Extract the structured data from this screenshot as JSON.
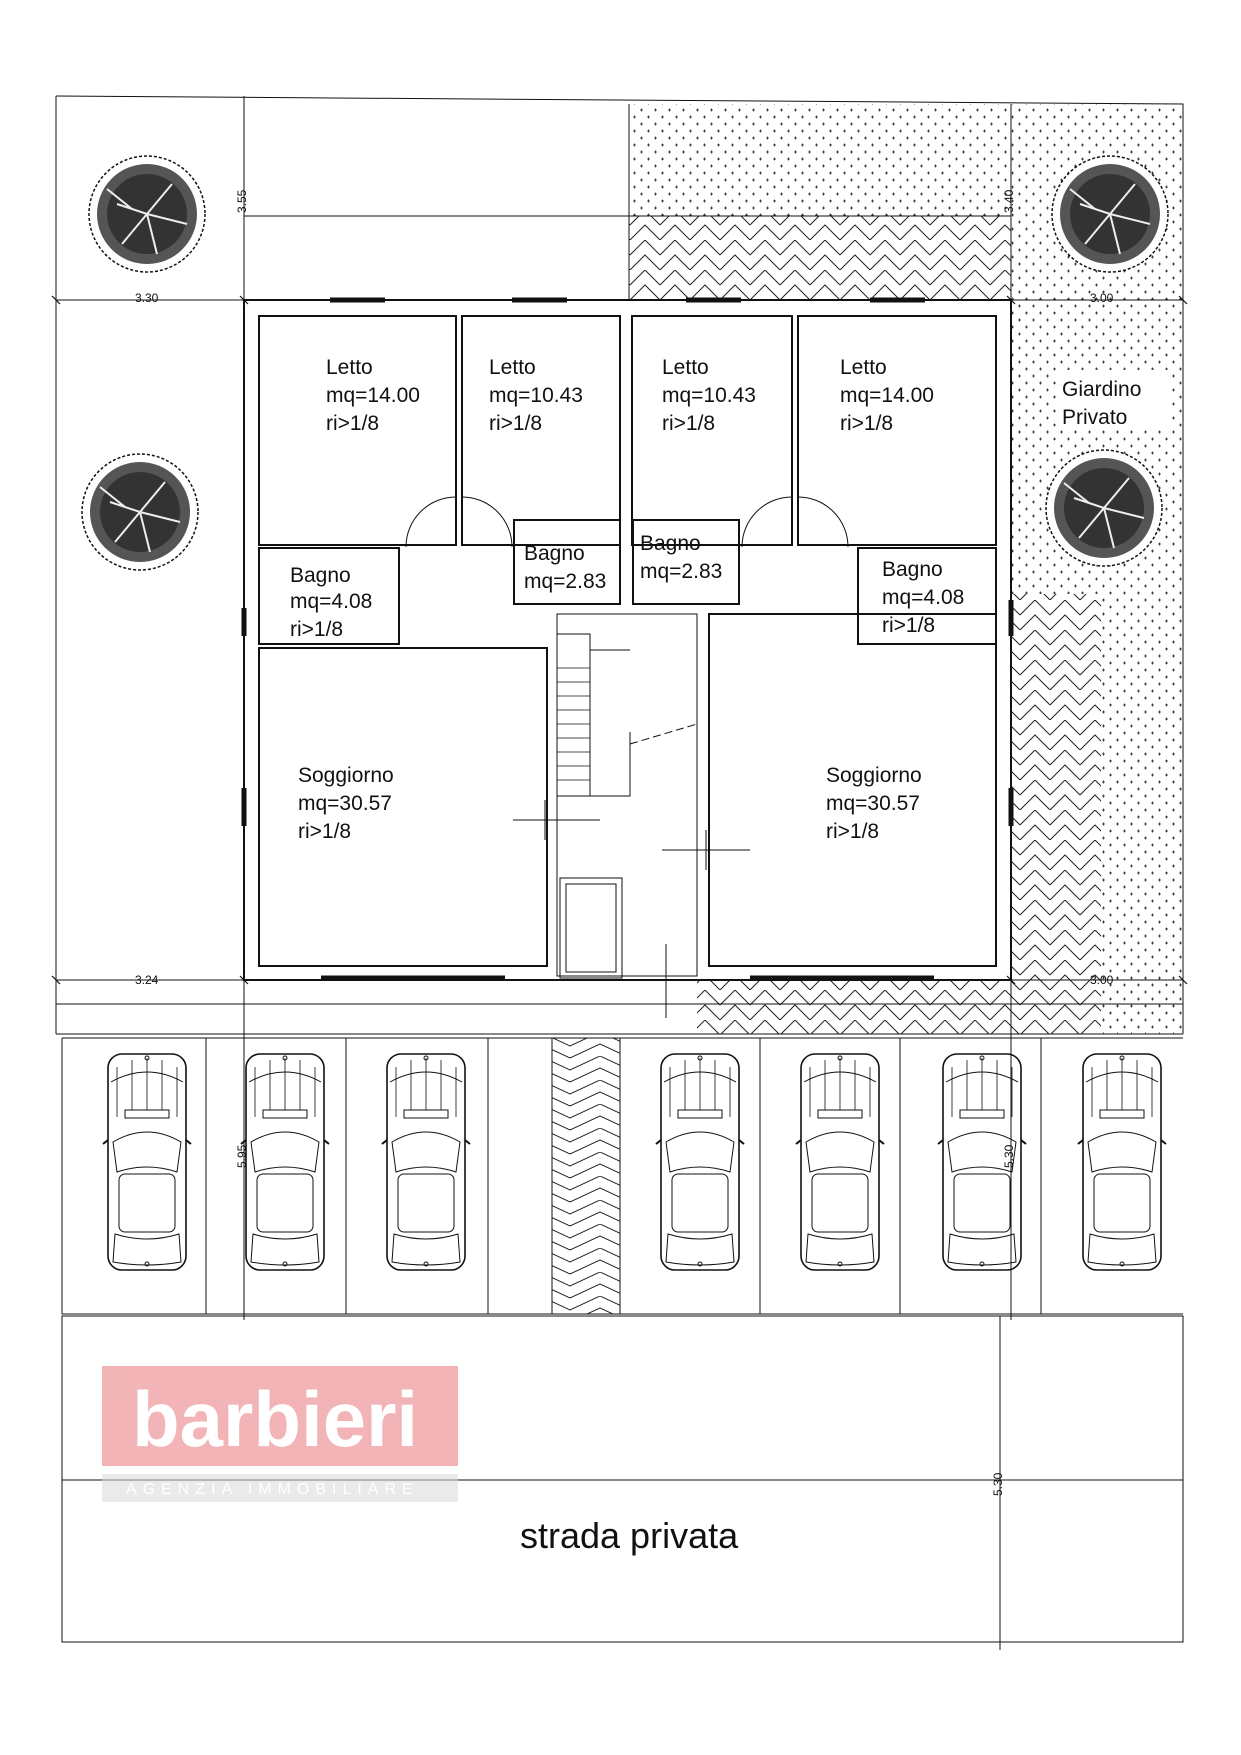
{
  "rooms": [
    {
      "name": "Letto",
      "area": "mq=14.00",
      "ratio": "ri>1/8"
    },
    {
      "name": "Letto",
      "area": "mq=10.43",
      "ratio": "ri>1/8"
    },
    {
      "name": "Letto",
      "area": "mq=10.43",
      "ratio": "ri>1/8"
    },
    {
      "name": "Letto",
      "area": "mq=14.00",
      "ratio": "ri>1/8"
    },
    {
      "name": "Bagno",
      "area": "mq=4.08",
      "ratio": "ri>1/8"
    },
    {
      "name": "Bagno",
      "area": "mq=2.83"
    },
    {
      "name": "Bagno",
      "area": "mq=2.83"
    },
    {
      "name": "Bagno",
      "area": "mq=4.08",
      "ratio": "ri>1/8"
    },
    {
      "name": "Soggiorno",
      "area": "mq=30.57",
      "ratio": "ri>1/8"
    },
    {
      "name": "Soggiorno",
      "area": "mq=30.57",
      "ratio": "ri>1/8"
    }
  ],
  "garden": {
    "line1": "Giardino",
    "line2": "Privato"
  },
  "road_label": "strada privata",
  "dimensions": {
    "top_left_width": "3.30",
    "top_left_depth": "3.55",
    "top_right_width": "3.00",
    "top_right_depth": "3.40",
    "bottom_left_width": "3.24",
    "bottom_right_width": "3.00",
    "parking_left_depth": "5.95",
    "parking_right_depth": "5.30",
    "road_depth": "5.30"
  },
  "logo": {
    "brand": "barbieri",
    "tagline": "AGENZIA IMMOBILIARE",
    "color": "#e8787c"
  }
}
